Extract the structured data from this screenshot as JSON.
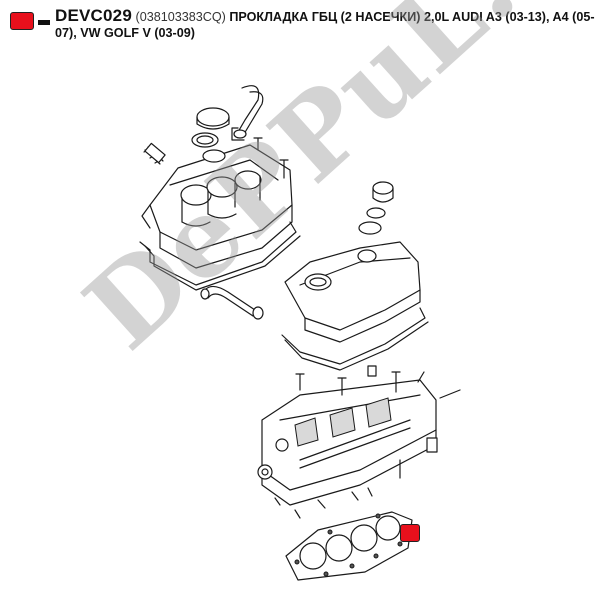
{
  "header": {
    "part_code": "DEVC029",
    "part_ref": "(038103383CQ)",
    "description": "ПРОКЛАДКА ГБЦ (2 НАСЕЧКИ) 2,0L AUDI A3 (03-13), A4 (05-07), VW GOLF V (03-09)"
  },
  "watermark": {
    "text": "DePPuL.ru"
  },
  "colors": {
    "marker": "#e8101c",
    "watermark": "#969696"
  }
}
